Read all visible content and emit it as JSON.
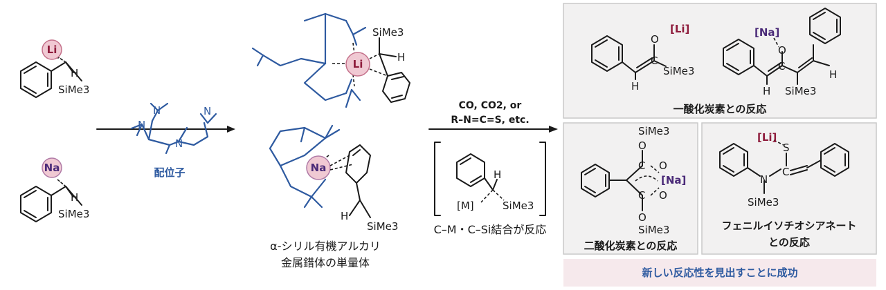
{
  "reactants": {
    "li_metal": "Li",
    "na_metal": "Na",
    "h_atom": "H",
    "silyl": "SiMe3"
  },
  "ligand": {
    "n_atom": "N",
    "label": "配位子"
  },
  "complexes": {
    "li_metal": "Li",
    "na_metal": "Na",
    "caption_line1": "α-シリル有機アルカリ",
    "caption_line2": "金属錯体の単量体"
  },
  "reaction_arrow": {
    "reagents_line1": "CO, CO2, or",
    "reagents_line2": "R–N=C=S, etc.",
    "intermediate_metal": "[M]",
    "intermediate_h": "H",
    "intermediate_silyl": "SiMe3",
    "cleavage_text": "C–M・C–Si結合が反応"
  },
  "products": {
    "co_panel": {
      "title": "一酸化炭素との反応",
      "li_tag": "[Li]",
      "na_tag": "[Na]"
    },
    "co2_panel": {
      "title": "二酸化炭素との反応",
      "na_tag": "[Na]"
    },
    "itc_panel": {
      "title_line1": "フェニルイソチオシアネート",
      "title_line2": "との反応",
      "li_tag": "[Li]"
    },
    "atoms": {
      "o": "O",
      "c": "C",
      "h": "H",
      "s": "S",
      "n": "N",
      "silyl": "SiMe3"
    }
  },
  "banner": {
    "text": "新しい反応性を見出すことに成功"
  },
  "colors": {
    "ligand_blue": "#2e5aa0",
    "lithium_label": "#8e1c3c",
    "sodium_label": "#4a2a78",
    "metal_circle_fill": "#f0c9d3",
    "panel_fill": "#f2f1f1",
    "banner_fill": "#f6e9ec"
  }
}
